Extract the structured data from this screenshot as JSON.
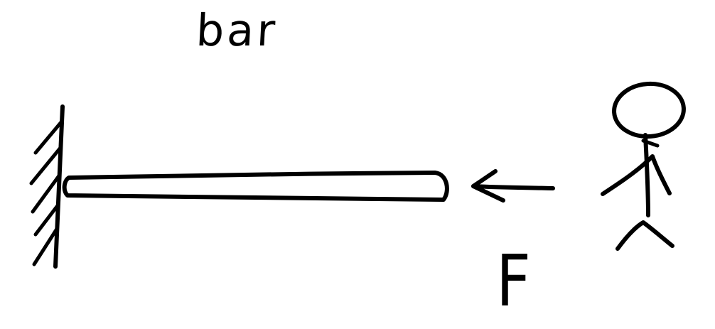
{
  "diagram": {
    "bar_label": "bar",
    "force_label": "F",
    "ink_color": "#000000",
    "background_color": "#ffffff",
    "elements": {
      "wall": "fixed-support-wall",
      "bar": "horizontal-bar",
      "arrow": "force-arrow",
      "direction": "left",
      "person": "stick-figure"
    }
  }
}
